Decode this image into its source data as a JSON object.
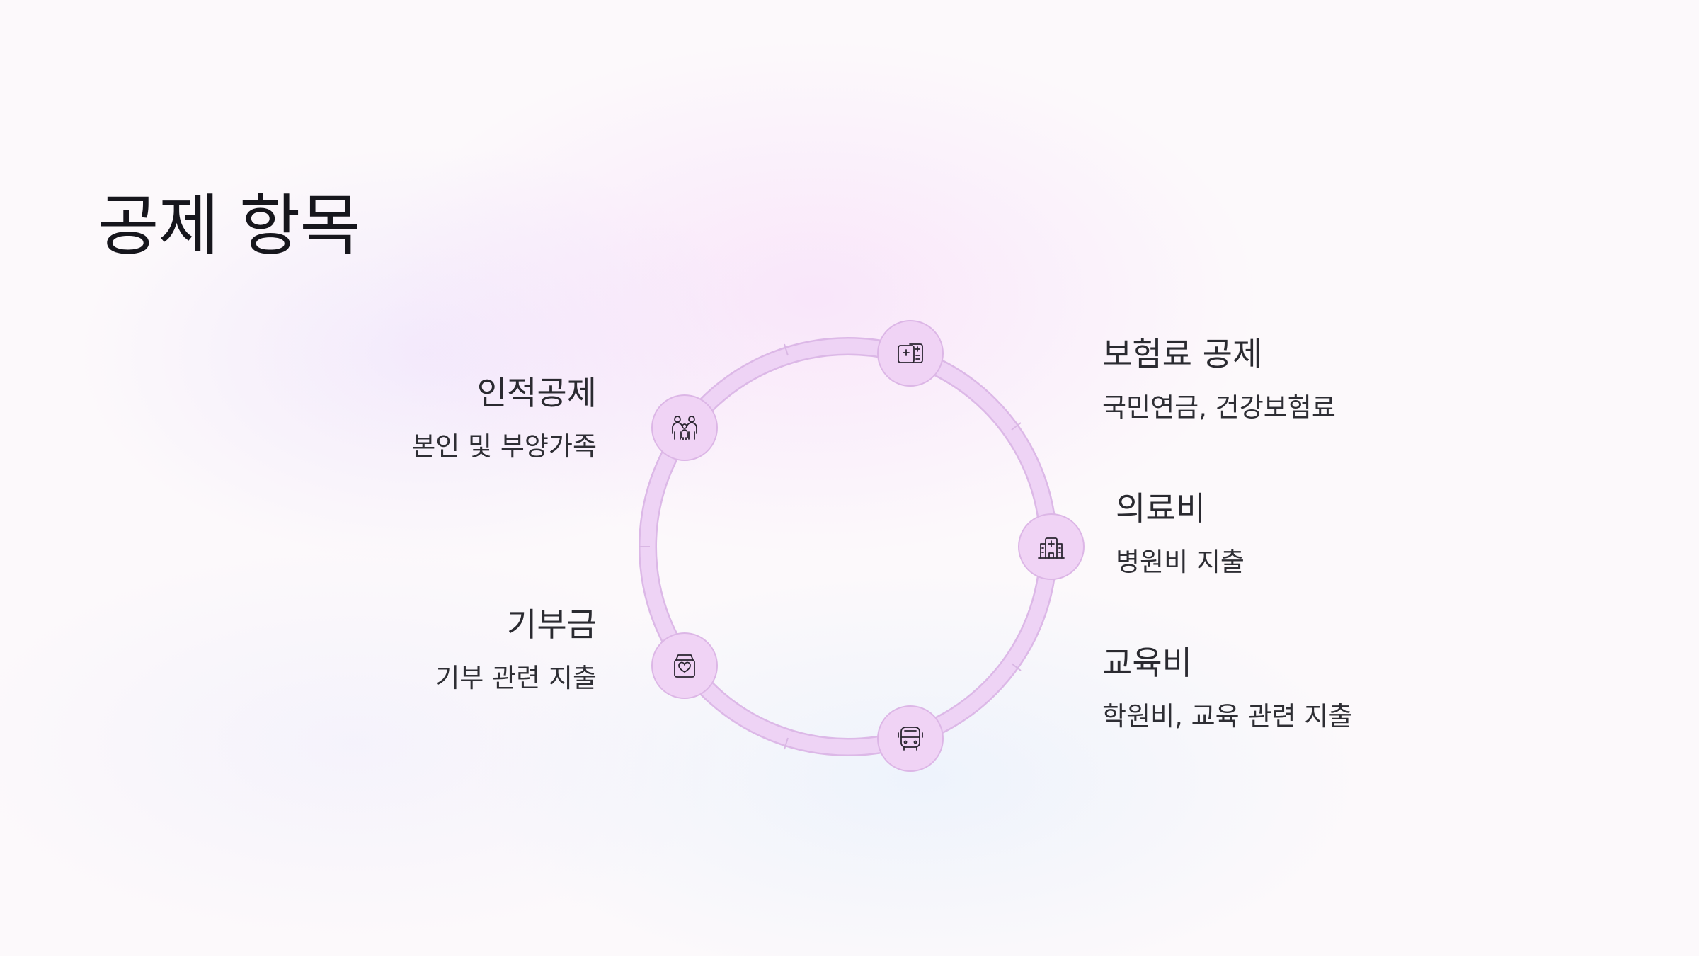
{
  "slide": {
    "title": "공제 항목"
  },
  "items": [
    {
      "id": "insurance",
      "title": "보험료 공제",
      "description": "국민연금, 건강보험료",
      "icon": "insurance-card-icon"
    },
    {
      "id": "medical",
      "title": "의료비",
      "description": "병원비 지출",
      "icon": "hospital-icon"
    },
    {
      "id": "education",
      "title": "교육비",
      "description": "학원비, 교육 관련 지출",
      "icon": "school-bus-icon"
    },
    {
      "id": "donation",
      "title": "기부금",
      "description": "기부 관련 지출",
      "icon": "donation-box-icon"
    },
    {
      "id": "personal",
      "title": "인적공제",
      "description": "본인 및 부양가족",
      "icon": "family-icon"
    }
  ],
  "colors": {
    "ring": "#eed3f5",
    "ring_border": "#ddbbe8",
    "node": "#f0d3f5",
    "text": "#2a2a30"
  }
}
